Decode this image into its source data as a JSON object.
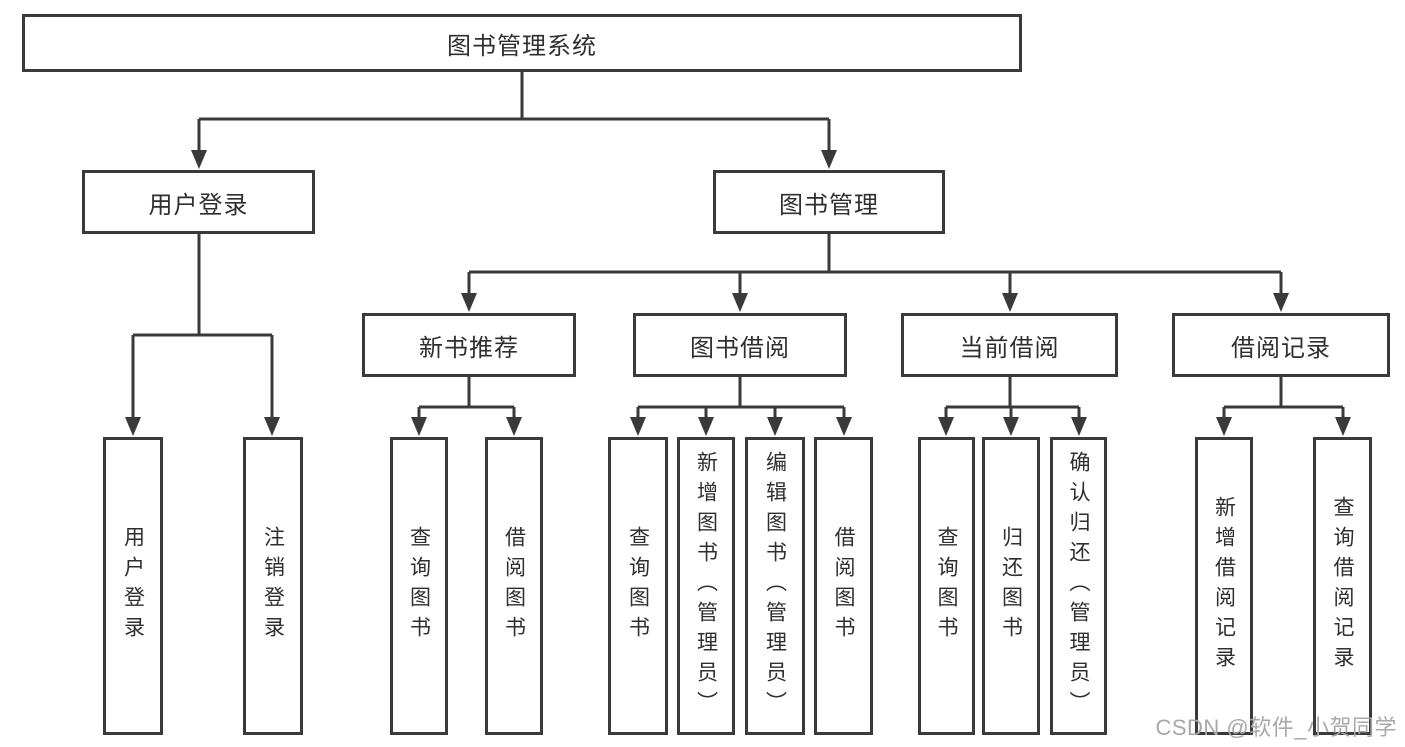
{
  "title": "图书管理系统",
  "level2": {
    "login": "用户登录",
    "management": "图书管理"
  },
  "level3": {
    "recommend": "新书推荐",
    "borrow": "图书借阅",
    "current": "当前借阅",
    "records": "借阅记录"
  },
  "leaves": {
    "login": [
      "用户登录",
      "注销登录"
    ],
    "recommend": [
      "查询图书",
      "借阅图书"
    ],
    "borrow": [
      "查询图书",
      "新增图书（管理员）",
      "编辑图书（管理员）",
      "借阅图书"
    ],
    "current": [
      "查询图书",
      "归还图书",
      "确认归还（管理员）"
    ],
    "records": [
      "新增借阅记录",
      "查询借阅记录"
    ]
  },
  "watermark": "CSDN @软件_小贺同学",
  "colors": {
    "line": "#3a3a3a",
    "box_fill": "#ffffff",
    "text": "#2f2f2f",
    "watermark": "#a8a8a8"
  }
}
